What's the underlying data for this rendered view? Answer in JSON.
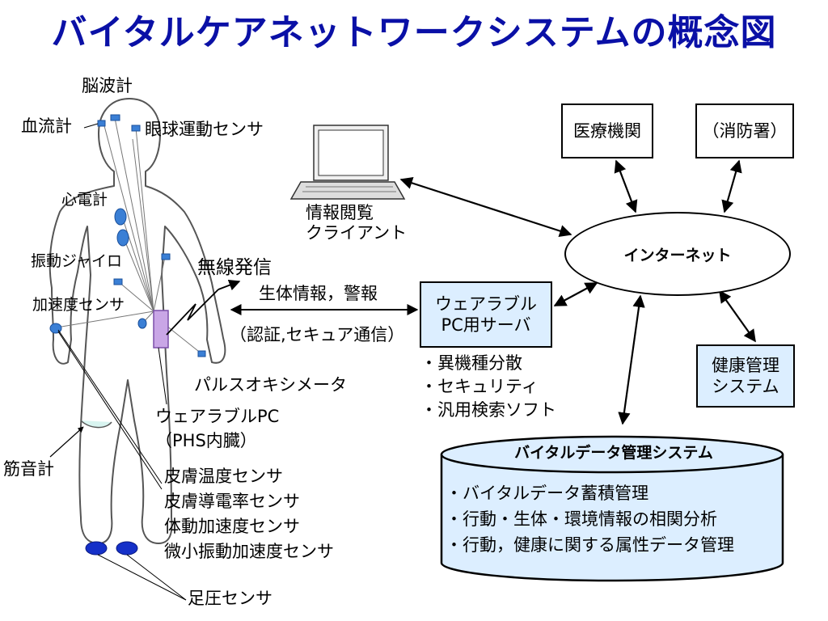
{
  "title": "バイタルケアネットワークシステムの概念図",
  "body_labels": {
    "eeg": "脳波計",
    "blood_flow": "血流計",
    "eye_movement": "眼球運動センサ",
    "ecg": "心電計",
    "vibration_gyro": "振動ジャイロ",
    "accelerometer": "加速度センサ",
    "wireless": "無線発信",
    "vital_info": "生体情報，警報",
    "auth": "（認証,セキュア通信）",
    "pulse_oximeter": "パルスオキシメータ",
    "wearable_pc": "ウェアラブルPC",
    "phs_builtin": "（PHS内臓）",
    "mmg": "筋音計",
    "skin_sensors": [
      "皮膚温度センサ",
      "皮膚導電率センサ",
      "体動加速度センサ",
      "微小振動加速度センサ"
    ],
    "foot_pressure": "足圧センサ"
  },
  "network": {
    "client": [
      "情報閲覧",
      "クライアント"
    ],
    "medical": "医療機関",
    "fire": "（消防署）",
    "internet": "インターネット",
    "server": [
      "ウェアラブル",
      "PC用サーバ"
    ],
    "server_features": [
      "・異機種分散",
      "・セキュリティ",
      "・汎用検索ソフト"
    ],
    "health": [
      "健康管理",
      "システム"
    ],
    "db_title": "バイタルデータ管理システム",
    "db_items": [
      "・バイタルデータ蓄積管理",
      "・行動・生体・環境情報の相関分析",
      "・行動，健康に関する属性データ管理"
    ]
  },
  "colors": {
    "title": "#0a10a6",
    "sensor_blue": "#3a7fd5",
    "foot_blue": "#1530c8",
    "wearable_pc": "#c9a6e6",
    "box_blue": "#dceeff"
  }
}
